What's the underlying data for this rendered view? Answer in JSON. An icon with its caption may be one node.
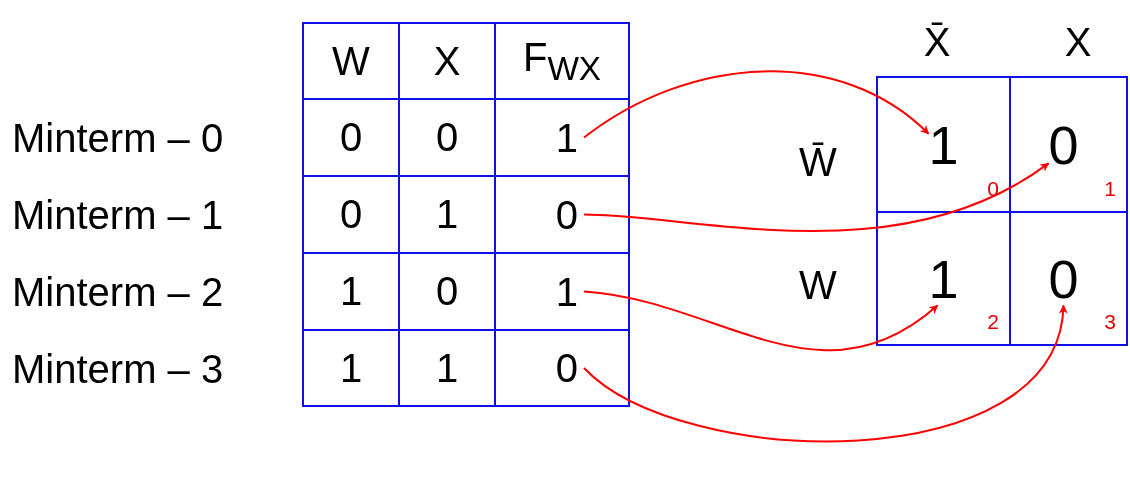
{
  "diagram": {
    "nodes": [
      {
        "text": [
          "1"
        ]
      },
      {
        "text": [
          "0"
        ]
      },
      {
        "text": [
          "1"
        ]
      },
      {
        "text": [
          "0"
        ]
      },
      {
        "text": [
          "1"
        ],
        "beside": [
          "0"
        ]
      },
      {
        "text": [
          "0"
        ],
        "beside": [
          "1"
        ]
      },
      {
        "text": [
          "1"
        ],
        "beside": [
          "2"
        ]
      },
      {
        "text": [
          "0"
        ],
        "beside": [
          "3"
        ]
      }
    ],
    "edges": [
      {
        "from": 0,
        "to": 4,
        "arrow": "to"
      },
      {
        "from": 1,
        "to": 5,
        "arrow": "to"
      },
      {
        "from": 2,
        "to": 6,
        "arrow": "to"
      },
      {
        "from": 3,
        "to": 7,
        "arrow": "to"
      }
    ],
    "labels": [
      "W",
      "X",
      "F$_{WX}$",
      "Minterm – 0",
      "0",
      "0",
      "Minterm – 1",
      "0",
      "1",
      "Minterm – 2",
      "1",
      "0",
      "Minterm – 3",
      "1",
      "1",
      "X̄",
      "X",
      "W̄",
      "W"
    ]
  }
}
